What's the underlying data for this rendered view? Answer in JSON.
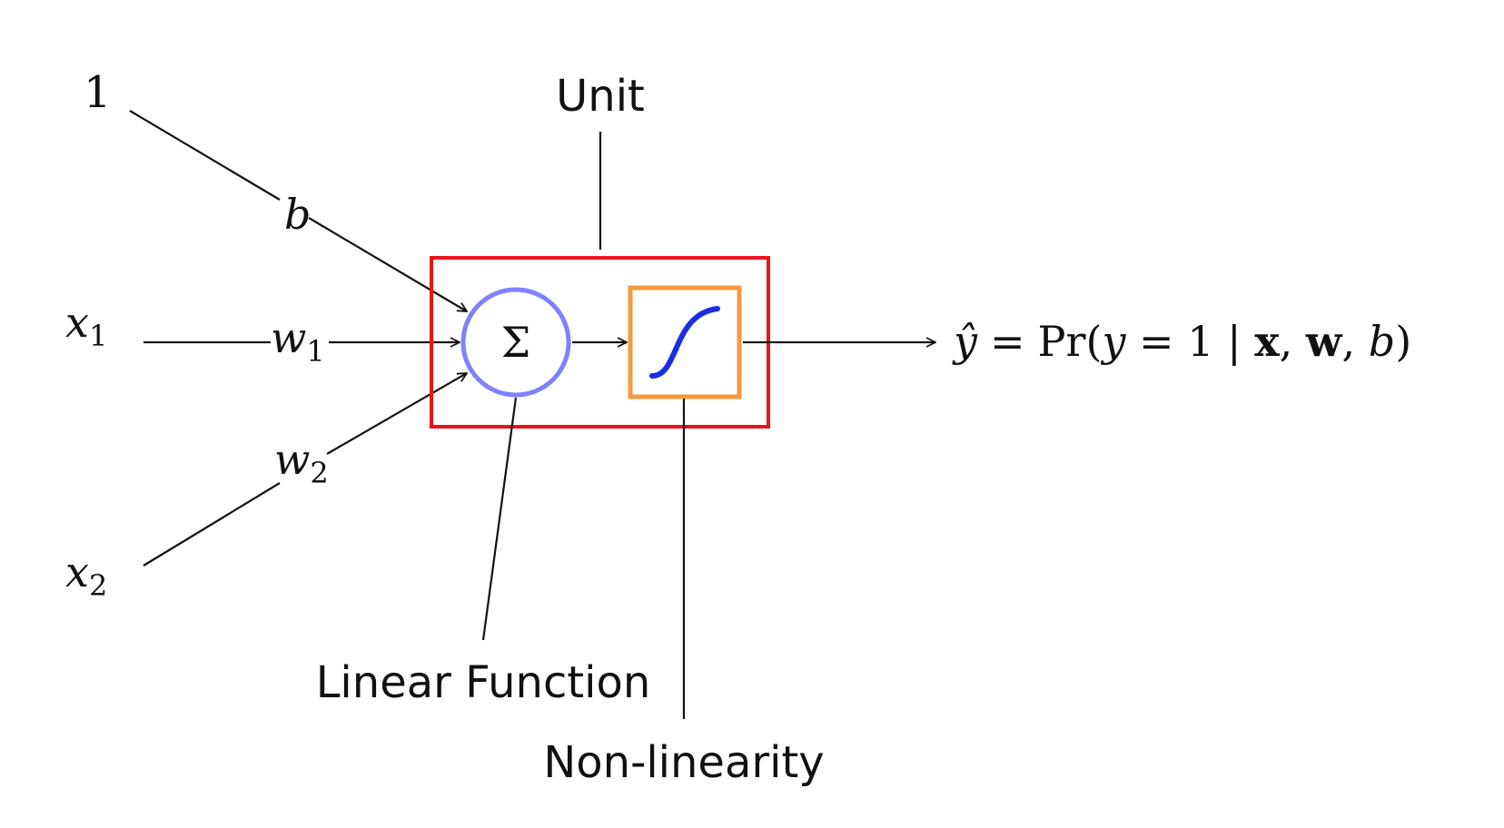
{
  "inputs": {
    "bias_input": "1",
    "x1": {
      "base": "x",
      "sub": "1"
    },
    "x2": {
      "base": "x",
      "sub": "2"
    }
  },
  "weights": {
    "b": "b",
    "w1": {
      "base": "w",
      "sub": "1"
    },
    "w2": {
      "base": "w",
      "sub": "2"
    }
  },
  "unit": {
    "label": "Unit",
    "sum_symbol": "Σ",
    "linear_label": "Linear Function",
    "nonlinear_label": "Non-linearity"
  },
  "output": {
    "yhat": "ŷ",
    "eq": "=",
    "pr": "Pr(",
    "y": "y",
    "eq2": " = 1 | ",
    "bold_x": "x",
    "comma1": ", ",
    "bold_w": "w",
    "comma2": ", ",
    "b": "b",
    "close": ")"
  },
  "colors": {
    "unit_box": "#e8141d",
    "sum_circle": "#8080ff",
    "nonlinear_box": "#f7983e",
    "sigmoid_curve": "#1a2ee6"
  },
  "icons": {
    "sum": "sigma-icon",
    "nonlinearity": "sigmoid-curve-icon"
  }
}
